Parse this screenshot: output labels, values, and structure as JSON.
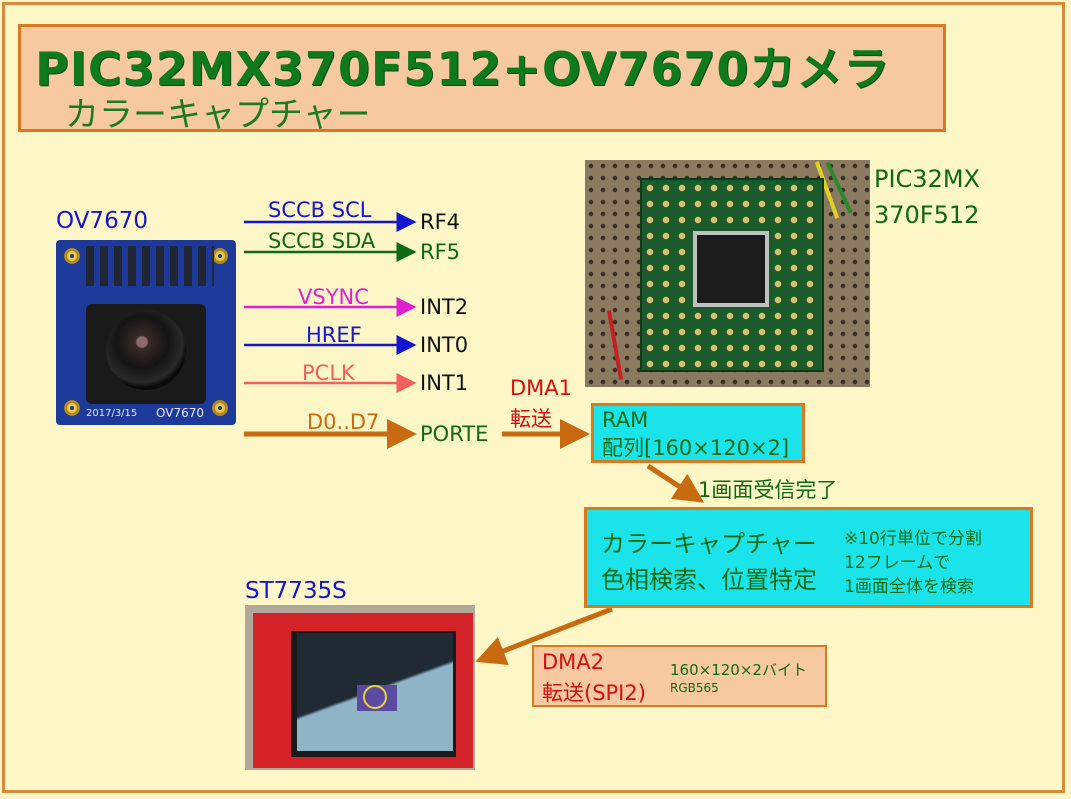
{
  "title": {
    "main": "PIC32MX370F512+OV7670カメラ",
    "sub": "カラーキャプチャー"
  },
  "camera": {
    "label": "OV7670",
    "board_text": "OV7670",
    "board_date": "2017/3/15"
  },
  "mcu": {
    "label_line1": "PIC32MX",
    "label_line2": "370F512"
  },
  "signals": [
    {
      "name": "SCCB SCL",
      "pin": "RF4",
      "color": "#1515d0"
    },
    {
      "name": "SCCB SDA",
      "pin": "RF5",
      "color": "#0e6a12"
    },
    {
      "name": "VSYNC",
      "pin": "INT2",
      "color": "#e020d0"
    },
    {
      "name": "HREF",
      "pin": "INT0",
      "color": "#1515d0"
    },
    {
      "name": "PCLK",
      "pin": "INT1",
      "color": "#f06060"
    },
    {
      "name": "D0..D7",
      "pin": "PORTE",
      "color": "#c86a10"
    }
  ],
  "dma1": {
    "line1": "DMA1",
    "line2": "転送"
  },
  "ram": {
    "line1": "RAM",
    "line2": "配列[160×120×2]"
  },
  "frame_done": "1画面受信完了",
  "capture": {
    "line1": "カラーキャプチャー",
    "line2": "色相検索、位置特定",
    "note1": "※10行単位で分割",
    "note2": "12フレームで",
    "note3": "1画面全体を検索"
  },
  "dma2": {
    "line1": "DMA2",
    "line2": "転送(SPI2)",
    "size": "160×120×2バイト",
    "format": "RGB565"
  },
  "lcd": {
    "label": "ST7735S"
  },
  "colors": {
    "background": "#fdf6c6",
    "box_border": "#d97a20",
    "title_green": "#0f7a1b",
    "cyan_box": "#1ae4ea",
    "arrow_orange": "#c86a10"
  }
}
